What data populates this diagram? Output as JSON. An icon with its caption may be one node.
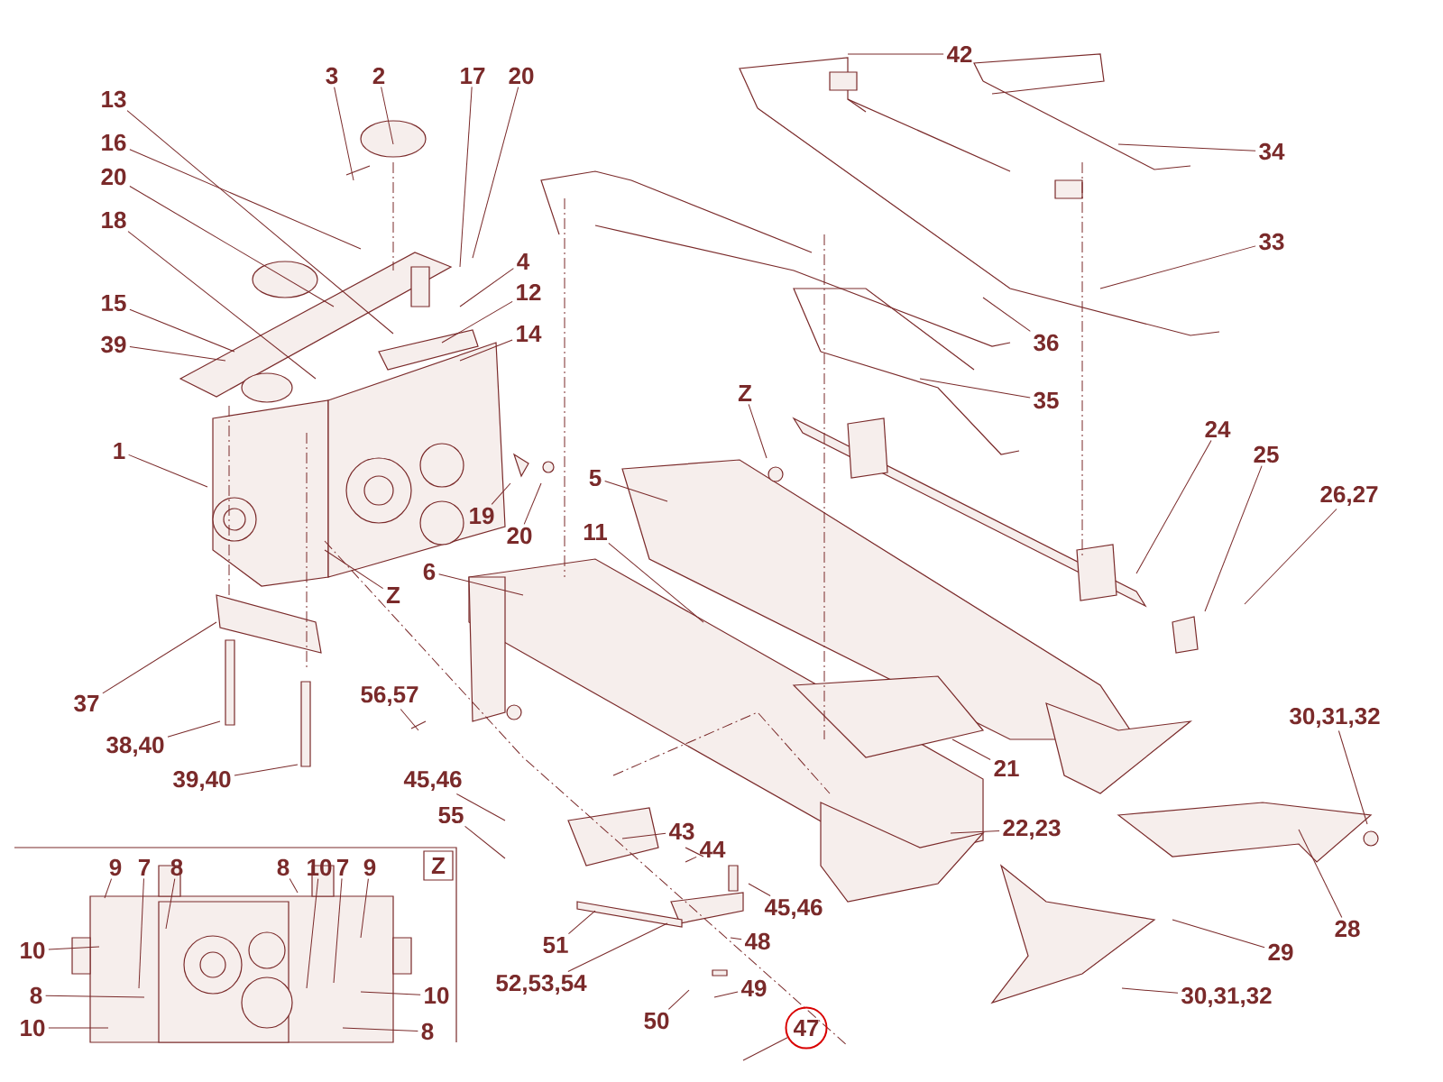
{
  "diagram": {
    "nodes": [
      {
        "text": [
          "3"
        ]
      },
      {
        "text": [
          "2"
        ]
      },
      {
        "text": [
          "17"
        ]
      },
      {
        "text": [
          "20"
        ]
      },
      {
        "text": [
          "13"
        ]
      },
      {
        "text": [
          "16"
        ]
      },
      {
        "text": [
          "20"
        ]
      },
      {
        "text": [
          "18"
        ]
      },
      {
        "text": [
          "15"
        ]
      },
      {
        "text": [
          "39"
        ]
      },
      {
        "text": [
          "4"
        ]
      },
      {
        "text": [
          "12"
        ]
      },
      {
        "text": [
          "14"
        ]
      },
      {
        "text": [
          "1"
        ]
      },
      {
        "text": [
          "5"
        ]
      },
      {
        "text": [
          "19"
        ]
      },
      {
        "text": [
          "20"
        ]
      },
      {
        "text": [
          "Z"
        ]
      },
      {
        "text": [
          "11"
        ]
      },
      {
        "text": [
          "6"
        ]
      },
      {
        "text": [
          "37"
        ]
      },
      {
        "text": [
          "38,40"
        ]
      },
      {
        "text": [
          "39,40"
        ]
      },
      {
        "text": [
          "56,57"
        ]
      },
      {
        "text": [
          "45,46"
        ]
      },
      {
        "text": [
          "55"
        ]
      },
      {
        "text": [
          "43"
        ]
      },
      {
        "text": [
          "44"
        ]
      },
      {
        "text": [
          "45,46"
        ]
      },
      {
        "text": [
          "48"
        ]
      },
      {
        "text": [
          "49"
        ]
      },
      {
        "text": [
          "47"
        ]
      },
      {
        "text": [
          "50"
        ]
      },
      {
        "text": [
          "51"
        ]
      },
      {
        "text": [
          "52,53,54"
        ]
      },
      {
        "text": [
          "21"
        ]
      },
      {
        "text": [
          "22,23"
        ]
      },
      {
        "text": [
          "24"
        ]
      },
      {
        "text": [
          "25"
        ]
      },
      {
        "text": [
          "26,27"
        ]
      },
      {
        "text": [
          "30,31,32"
        ]
      },
      {
        "text": [
          "28"
        ]
      },
      {
        "text": [
          "29"
        ]
      },
      {
        "text": [
          "30,31,32"
        ]
      },
      {
        "text": [
          "42"
        ]
      },
      {
        "text": [
          "34"
        ]
      },
      {
        "text": [
          "33"
        ]
      },
      {
        "text": [
          "36"
        ]
      },
      {
        "text": [
          "35"
        ]
      },
      {
        "text": [
          "Z"
        ]
      },
      {
        "text": [
          "9"
        ]
      },
      {
        "text": [
          "7"
        ]
      },
      {
        "text": [
          "8"
        ]
      },
      {
        "text": [
          "8"
        ]
      },
      {
        "text": [
          "10"
        ]
      },
      {
        "text": [
          "7"
        ]
      },
      {
        "text": [
          "9"
        ]
      },
      {
        "text": [
          "10"
        ]
      },
      {
        "text": [
          "8"
        ]
      },
      {
        "text": [
          "10"
        ]
      },
      {
        "text": [
          "10"
        ]
      },
      {
        "text": [
          "8"
        ]
      },
      {
        "text": [
          "Z"
        ]
      }
    ],
    "edges": [
      {
        "from": 0,
        "to": null,
        "arrow": "none"
      },
      {
        "from": 1,
        "to": null,
        "arrow": "none"
      },
      {
        "from": 2,
        "to": null,
        "arrow": "none"
      },
      {
        "from": 3,
        "to": null,
        "arrow": "none"
      },
      {
        "from": 4,
        "to": null,
        "arrow": "none"
      },
      {
        "from": 5,
        "to": null,
        "arrow": "none"
      },
      {
        "from": 6,
        "to": null,
        "arrow": "none"
      },
      {
        "from": 7,
        "to": null,
        "arrow": "none"
      },
      {
        "from": 8,
        "to": null,
        "arrow": "none"
      },
      {
        "from": 9,
        "to": null,
        "arrow": "none"
      },
      {
        "from": 10,
        "to": null,
        "arrow": "none"
      },
      {
        "from": 11,
        "to": null,
        "arrow": "none"
      },
      {
        "from": 12,
        "to": null,
        "arrow": "none"
      },
      {
        "from": 13,
        "to": null,
        "arrow": "none"
      },
      {
        "from": 14,
        "to": null,
        "arrow": "none"
      },
      {
        "from": 15,
        "to": null,
        "arrow": "none"
      },
      {
        "from": 16,
        "to": null,
        "arrow": "none"
      },
      {
        "from": 17,
        "to": null,
        "arrow": "none"
      },
      {
        "from": 18,
        "to": null,
        "arrow": "none"
      },
      {
        "from": 19,
        "to": null,
        "arrow": "none"
      },
      {
        "from": 20,
        "to": null,
        "arrow": "none"
      },
      {
        "from": 21,
        "to": null,
        "arrow": "none"
      },
      {
        "from": 22,
        "to": null,
        "arrow": "none"
      },
      {
        "from": 23,
        "to": null,
        "arrow": "none"
      },
      {
        "from": 24,
        "to": null,
        "arrow": "none"
      },
      {
        "from": 25,
        "to": null,
        "arrow": "none"
      },
      {
        "from": 26,
        "to": null,
        "arrow": "none"
      },
      {
        "from": 27,
        "to": null,
        "arrow": "none"
      },
      {
        "from": 28,
        "to": null,
        "arrow": "none"
      },
      {
        "from": 29,
        "to": null,
        "arrow": "none"
      },
      {
        "from": 30,
        "to": null,
        "arrow": "none"
      },
      {
        "from": 31,
        "to": null,
        "arrow": "none"
      },
      {
        "from": 32,
        "to": null,
        "arrow": "none"
      },
      {
        "from": 33,
        "to": null,
        "arrow": "none"
      },
      {
        "from": 34,
        "to": null,
        "arrow": "none"
      },
      {
        "from": 35,
        "to": null,
        "arrow": "none"
      },
      {
        "from": 36,
        "to": null,
        "arrow": "none"
      },
      {
        "from": 37,
        "to": null,
        "arrow": "none"
      },
      {
        "from": 38,
        "to": null,
        "arrow": "none"
      },
      {
        "from": 39,
        "to": null,
        "arrow": "none"
      },
      {
        "from": 40,
        "to": null,
        "arrow": "none"
      },
      {
        "from": 41,
        "to": null,
        "arrow": "none"
      },
      {
        "from": 42,
        "to": null,
        "arrow": "none"
      },
      {
        "from": 43,
        "to": null,
        "arrow": "none"
      },
      {
        "from": 44,
        "to": null,
        "arrow": "none"
      },
      {
        "from": 45,
        "to": null,
        "arrow": "none"
      },
      {
        "from": 46,
        "to": null,
        "arrow": "none"
      },
      {
        "from": 47,
        "to": null,
        "arrow": "none"
      },
      {
        "from": 48,
        "to": null,
        "arrow": "none"
      },
      {
        "from": 49,
        "to": null,
        "arrow": "none"
      },
      {
        "from": 50,
        "to": null,
        "arrow": "none"
      },
      {
        "from": 51,
        "to": null,
        "arrow": "none"
      },
      {
        "from": 52,
        "to": null,
        "arrow": "none"
      },
      {
        "from": 53,
        "to": null,
        "arrow": "none"
      },
      {
        "from": 54,
        "to": null,
        "arrow": "none"
      },
      {
        "from": 55,
        "to": null,
        "arrow": "none"
      },
      {
        "from": 56,
        "to": null,
        "arrow": "none"
      },
      {
        "from": 57,
        "to": null,
        "arrow": "none"
      },
      {
        "from": 58,
        "to": null,
        "arrow": "none"
      },
      {
        "from": 59,
        "to": null,
        "arrow": "none"
      },
      {
        "from": 60,
        "to": null,
        "arrow": "none"
      },
      {
        "from": 61,
        "to": null,
        "arrow": "none"
      }
    ]
  }
}
